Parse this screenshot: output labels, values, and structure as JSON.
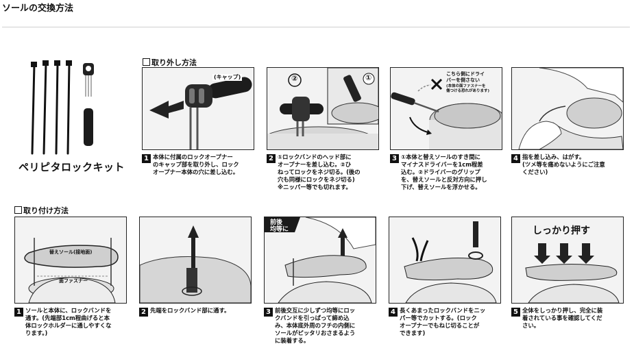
{
  "title": "ソールの交換方法",
  "kit": {
    "label": "ペリピタロックキット"
  },
  "removal": {
    "heading": "取り外し方法",
    "steps": [
      {
        "num": "1",
        "text": "本体に付属のロックオープナー\nのキャップ部を取り外し、ロック\nオープナー本体の穴に差し込む。"
      },
      {
        "num": "2",
        "text": "①ロックバンドのヘッド部に\nオープナーを差し込む。②ひ\nねってロックをネジ切る。(後の\n穴も同様にロックをネジ切る)\n※ニッパー等でも切れます。"
      },
      {
        "num": "3",
        "text": "①本体と替えソールのすき間に\nマイナスドライバーを1cm程差\n込む。②ドライバーのグリップ\nを、替えソールと反対方向に押し\n下げ、替えソールを浮かせる。"
      },
      {
        "num": "4",
        "text": "指を差し込み、はがす。\n(ツメ等を痛めないようにご注意\nください)"
      }
    ],
    "callouts": {
      "cap": "(キャップ)",
      "circle1": "①",
      "circle2": "②",
      "driver_note": "こちら側にドライ\nバーを倒さない",
      "driver_note_small": "(本体の面ファスナーを\n傷つける恐れがあります)"
    }
  },
  "install": {
    "heading": "取り付け方法",
    "steps": [
      {
        "num": "1",
        "text": "ソールと本体に、ロックバンドを\n通す。(先端部1cm程曲げると本\n体ロックホルダーに通しやすくな\nります。)"
      },
      {
        "num": "2",
        "text": "先端をロックバンド部に通す。"
      },
      {
        "num": "3",
        "text": "前後交互に少しずつ均等にロッ\nクバンドを引っぱって締め込\nみ、本体底外周のフチの内側に\nソールがピッタリおさまるよう\nに装着する。"
      },
      {
        "num": "4",
        "text": "長くあまったロックバンドをニッ\nパー等でカットする。(ロック\nオープナーでもねじ切ることが\nできます)"
      },
      {
        "num": "5",
        "text": "全体をしっかり押し、完全に装\n着されている事を確認してくだ\nさい。"
      }
    ],
    "callouts": {
      "sole": "替えソール(接地面)",
      "fastener": "面ファスナー",
      "even": "前後\n均等に",
      "press": "しっかり押す"
    }
  }
}
